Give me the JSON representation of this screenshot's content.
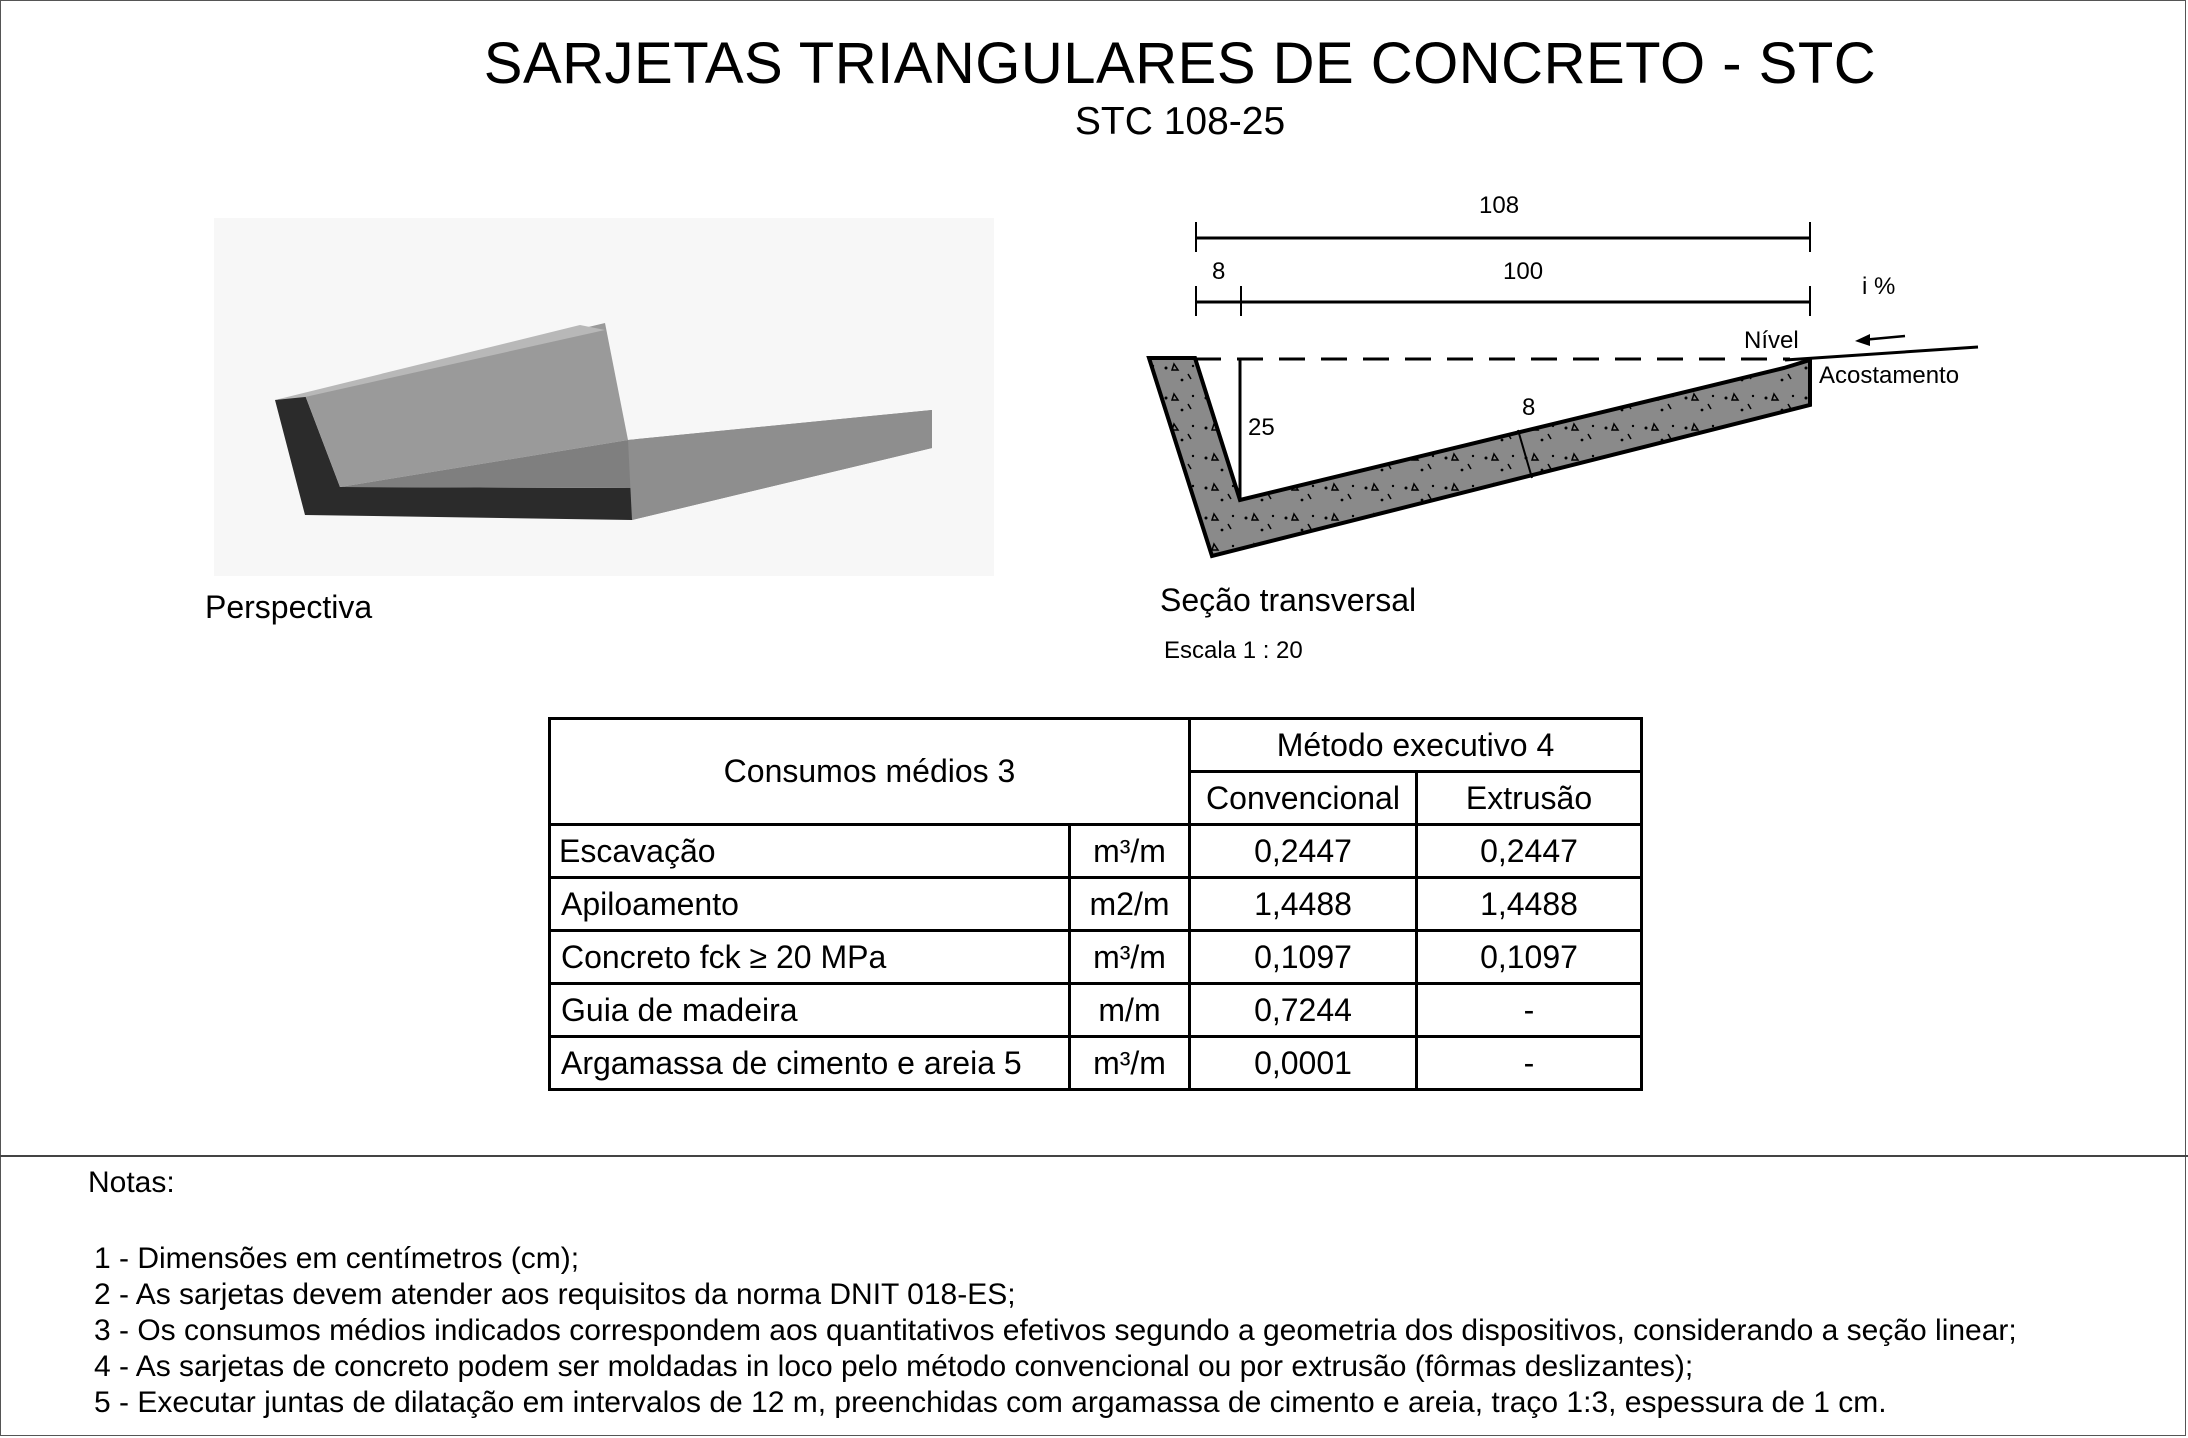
{
  "header": {
    "title": "SARJETAS TRIANGULARES DE CONCRETO - STC",
    "subtitle": "STC 108-25"
  },
  "perspective": {
    "label": "Perspectiva"
  },
  "section": {
    "label": "Seção transversal",
    "scale": "Escala  1 : 20",
    "dims": {
      "total": "108",
      "lip": "8",
      "base": "100",
      "depth": "25",
      "thickness": "8"
    },
    "slope": "i %",
    "level": "Nível",
    "shoulder": "Acostamento"
  },
  "table": {
    "group_header": "Consumos médios 3",
    "method_header": "Método executivo 4",
    "col_conventional": "Convencional",
    "col_extrusion": "Extrusão",
    "rows": [
      {
        "item": "Escavação",
        "unit": "m³/m",
        "conv": "0,2447",
        "ext": "0,2447"
      },
      {
        "item": "Apiloamento",
        "unit": "m2/m",
        "conv": "1,4488",
        "ext": "1,4488"
      },
      {
        "item": "Concreto fck ≥ 20 MPa",
        "unit": "m³/m",
        "conv": "0,1097",
        "ext": "0,1097"
      },
      {
        "item": "Guia de madeira",
        "unit": "m/m",
        "conv": "0,7244",
        "ext": "-"
      },
      {
        "item": "Argamassa de cimento e areia 5",
        "unit": "m³/m",
        "conv": "0,0001",
        "ext": "-"
      }
    ]
  },
  "notes": {
    "title": "Notas:",
    "items": [
      "1 - Dimensões em centímetros (cm);",
      "2 - As sarjetas devem atender aos requisitos da norma DNIT 018-ES;",
      "3 - Os consumos médios indicados correspondem aos quantitativos efetivos segundo a geometria dos dispositivos, considerando a seção linear;",
      "4 - As sarjetas de concreto podem ser moldadas in loco pelo método convencional ou por extrusão (fôrmas deslizantes);",
      "5 - Executar juntas de dilatação em intervalos de 12 m, preenchidas com argamassa de cimento e areia, traço 1:3, espessura de 1 cm."
    ]
  }
}
